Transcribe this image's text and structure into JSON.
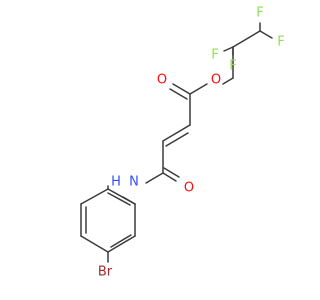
{
  "molecule": {
    "atoms": [
      {
        "id": "Br",
        "label": "Br",
        "color": "#a62929"
      },
      {
        "id": "N",
        "label": "N",
        "color": "#3050f8"
      },
      {
        "id": "H",
        "label": "H",
        "color": "#3050f8"
      },
      {
        "id": "O1",
        "label": "O",
        "color": "#ff0d0d"
      },
      {
        "id": "O2",
        "label": "O",
        "color": "#ff0d0d"
      },
      {
        "id": "O3",
        "label": "O",
        "color": "#ff0d0d"
      },
      {
        "id": "F1",
        "label": "F",
        "color": "#90e050"
      },
      {
        "id": "F2",
        "label": "F",
        "color": "#90e050"
      },
      {
        "id": "F3",
        "label": "F",
        "color": "#90e050"
      },
      {
        "id": "F4",
        "label": "F",
        "color": "#90e050"
      }
    ],
    "bond_color": "#3a3a3a"
  }
}
